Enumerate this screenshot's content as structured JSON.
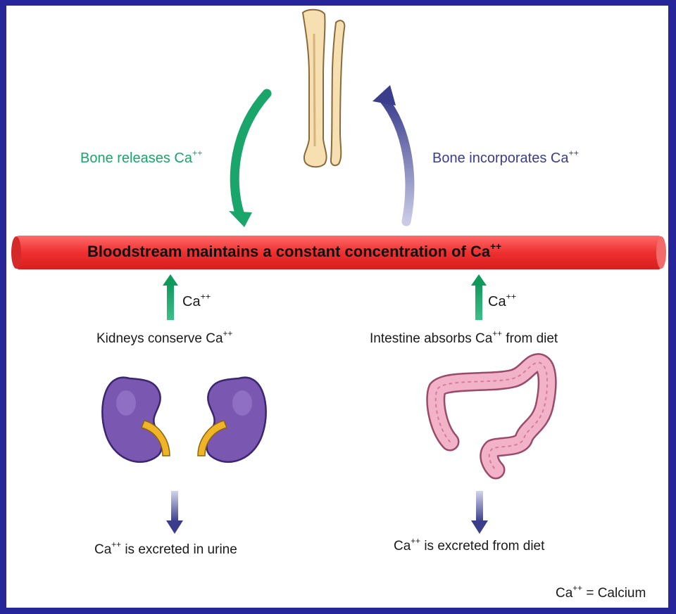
{
  "colors": {
    "frame": "#26269a",
    "background": "#ffffff",
    "release_arrow": "#1aa56a",
    "incorporate_arrow": "#3a3d8c",
    "bloodstream": "#ee3a3a",
    "kidney": "#7a57b0",
    "ureter": "#f0b428",
    "intestine": "#f2b2c8",
    "bone": "#f6dfb0"
  },
  "icons": [
    "bone-icon",
    "kidney-icon",
    "intestine-icon"
  ],
  "bone_release": {
    "text": "Bone releases Ca",
    "sup": "++"
  },
  "bone_incorporate": {
    "text": "Bone incorporates Ca",
    "sup": "++"
  },
  "bloodstream": {
    "text": "Bloodstream maintains a constant concentration of Ca",
    "sup": "++"
  },
  "kidney_arrow_label": {
    "text": "Ca",
    "sup": "++"
  },
  "intestine_arrow_label": {
    "text": "Ca",
    "sup": "++"
  },
  "kidneys": {
    "text": "Kidneys conserve Ca",
    "sup": "++"
  },
  "intestine": {
    "text": "Intestine absorbs Ca",
    "sup": "++",
    "suffix": " from diet"
  },
  "urine": {
    "prefix": "Ca",
    "sup": "++",
    "text": " is excreted in urine"
  },
  "diet": {
    "prefix": "Ca",
    "sup": "++",
    "text": " is excreted from diet"
  },
  "legend": {
    "prefix": "Ca",
    "sup": "++",
    "text": " = Calcium"
  }
}
